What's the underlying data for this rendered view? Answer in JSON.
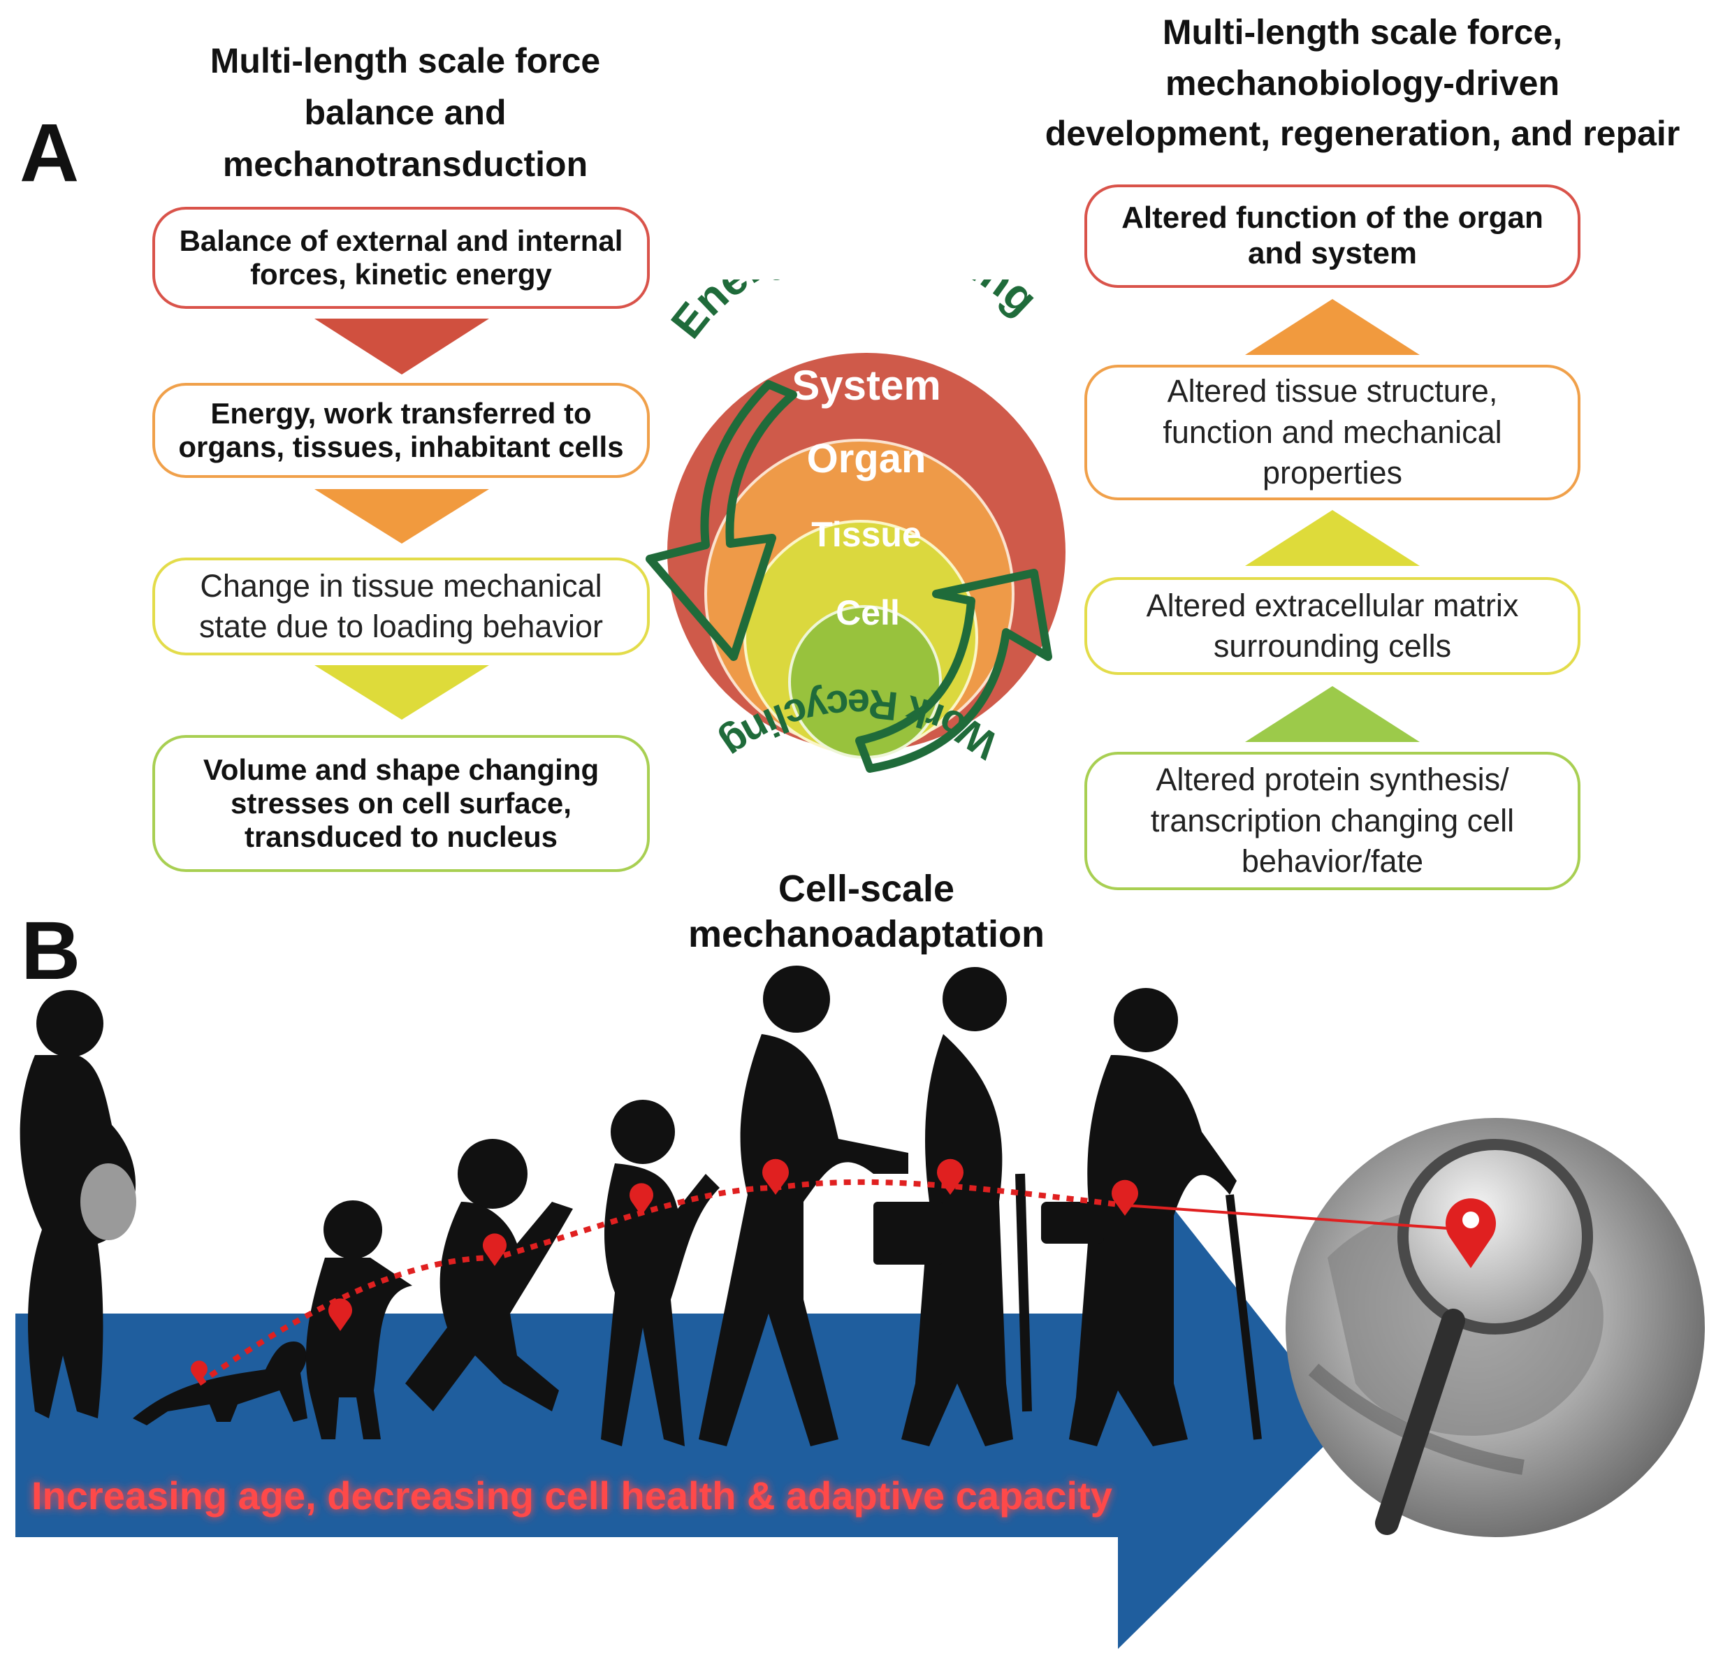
{
  "panel_a": {
    "letter": "A",
    "left_heading": [
      "Multi-length scale force",
      "balance and",
      "mechanotransduction"
    ],
    "right_heading": [
      "Multi-length scale force,",
      "mechanobiology-driven",
      "development, regeneration, and repair"
    ],
    "bottom_heading": [
      "Cell-scale",
      "mechanoadaptation"
    ],
    "left_boxes": [
      {
        "lines": [
          "Balance of external and internal",
          "forces, kinetic energy"
        ],
        "color": "#d9534a"
      },
      {
        "lines": [
          "Energy, work transferred to",
          "organs, tissues, inhabitant cells"
        ],
        "color": "#f0a04a"
      },
      {
        "lines": [
          "Change in tissue mechanical",
          "state due to loading behavior"
        ],
        "color": "#e3dc4a"
      },
      {
        "lines": [
          "Volume and shape changing",
          "stresses on cell surface,",
          "transduced to nucleus"
        ],
        "color": "#a8cf52"
      }
    ],
    "right_boxes": [
      {
        "lines": [
          "Altered function of the organ",
          "and system"
        ],
        "color": "#d9534a"
      },
      {
        "lines": [
          "Altered tissue structure,",
          "function and mechanical",
          "properties"
        ],
        "color": "#f0a04a"
      },
      {
        "lines": [
          "Altered extracellular matrix",
          "surrounding cells"
        ],
        "color": "#e3dc4a"
      },
      {
        "lines": [
          "Altered protein synthesis/",
          "transcription changing cell",
          "behavior/fate"
        ],
        "color": "#a8cf52"
      }
    ],
    "circles": {
      "system": "System",
      "organ": "Organ",
      "tissue": "Tissue",
      "cell": "Cell"
    },
    "energy_label": "Energy Recycling",
    "work_label": "Work Recycling",
    "colors": {
      "red": "#cf5a4a",
      "orange": "#ee9a48",
      "yellow": "#d9d63a",
      "green": "#97c23e",
      "arrow": "#1f6b3a"
    }
  },
  "panel_b": {
    "letter": "B",
    "banner_text": "Increasing age, decreasing cell health & adaptive capacity",
    "colors": {
      "arrow": "#1f5e9e",
      "banner_text": "#ff4a4a",
      "marker": "#e02020"
    }
  }
}
